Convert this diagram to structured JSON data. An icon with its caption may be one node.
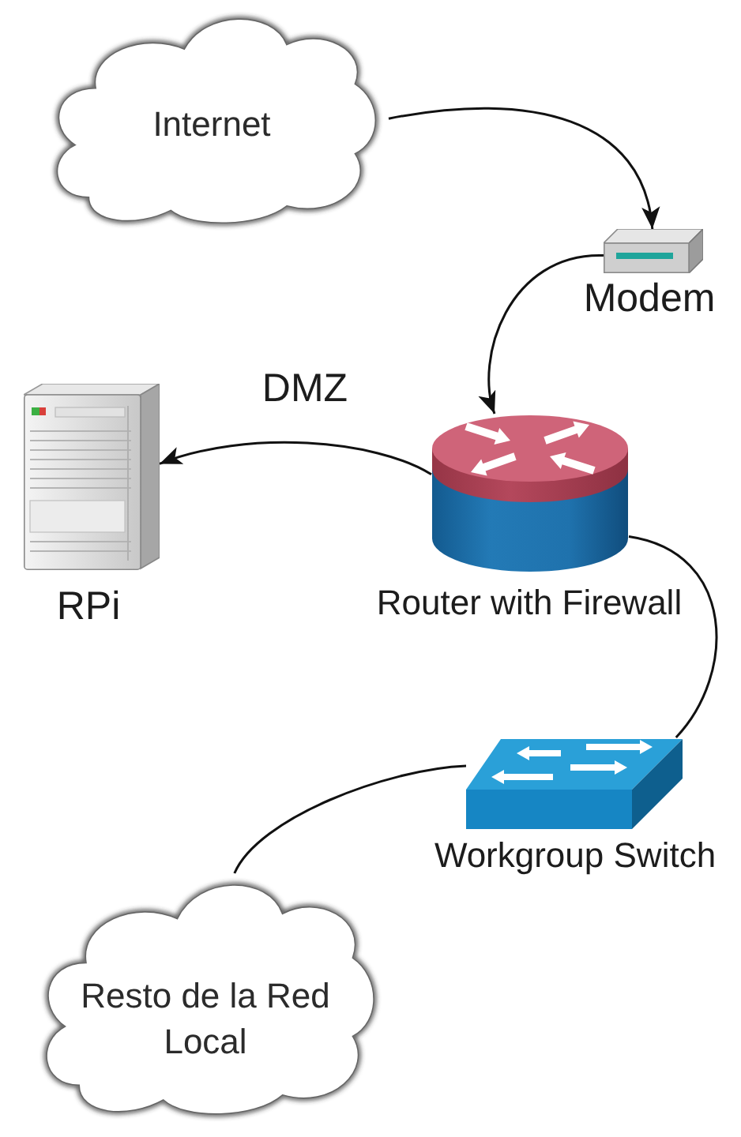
{
  "diagram": {
    "nodes": [
      {
        "text": [
          "Internet"
        ]
      },
      {
        "text": [],
        "shape": "picture",
        "beside": [
          "Modem"
        ]
      },
      {
        "text": [],
        "shape": "picture",
        "beside": [
          "RPi"
        ]
      },
      {
        "text": [],
        "shape": "picture",
        "beside": [
          "Router with Firewall"
        ]
      },
      {
        "text": [],
        "shape": "picture",
        "beside": [
          "Workgroup Switch"
        ]
      },
      {
        "text": [
          "Resto de la Red Local"
        ]
      }
    ],
    "edges": [
      {
        "from": 0,
        "to": 1,
        "arrow": "to"
      },
      {
        "from": 1,
        "to": 3,
        "arrow": "to"
      },
      {
        "from": 3,
        "to": 2,
        "arrow": "to",
        "label": "DMZ"
      },
      {
        "from": 3,
        "to": 4,
        "arrow": "none"
      },
      {
        "from": 4,
        "to": 5,
        "arrow": "none"
      }
    ]
  }
}
